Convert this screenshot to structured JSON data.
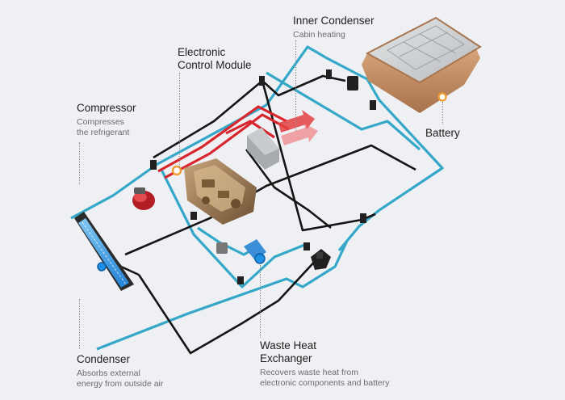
{
  "labels": {
    "inner_condenser": {
      "title": "Inner Condenser",
      "subtitle": "Cabin heating"
    },
    "ecm": {
      "title_line1": "Electronic",
      "title_line2": "Control Module"
    },
    "compressor": {
      "title": "Compressor",
      "subtitle_line1": "Compresses",
      "subtitle_line2": "the refrigerant"
    },
    "battery": {
      "title": "Battery"
    },
    "condenser": {
      "title": "Condenser",
      "subtitle_line1": "Absorbs external",
      "subtitle_line2": "energy from outside air"
    },
    "waste_heat": {
      "title_line1": "Waste Heat",
      "title_line2": "Exchanger",
      "subtitle_line1": "Recovers waste heat from",
      "subtitle_line2": "electronic components and battery"
    }
  },
  "colors": {
    "background": "#eef0f3",
    "coolant_pipe": "#35a7c9",
    "hot_refrigerant": "#d9262c",
    "cold_refrigerant": "#1e90e6",
    "black_line": "#151515",
    "battery_copper": "#c99a74",
    "battery_top": "#cfd2d4",
    "module_bronze": "#9b7a52"
  }
}
